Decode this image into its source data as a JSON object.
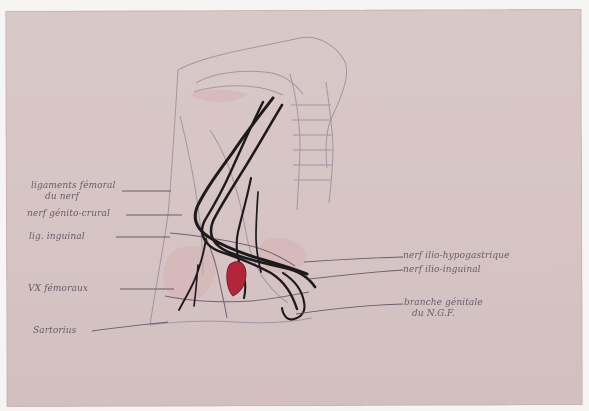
{
  "labels": {
    "left": [
      {
        "line1": "ligaments fémoral",
        "line2": "du nerf"
      },
      {
        "line1": "nerf génito-crural",
        "line2": ""
      },
      {
        "line1": "lig. inguinal",
        "line2": ""
      },
      {
        "line1": "VX fémoraux",
        "line2": ""
      },
      {
        "line1": "Sartorius",
        "line2": ""
      }
    ],
    "right": [
      {
        "line1": "nerf ilio-hypogastrique",
        "line2": ""
      },
      {
        "line1": "nerf ilio-inguinal",
        "line2": ""
      },
      {
        "line1": "branche génitale",
        "line2": "du N.G.F."
      }
    ]
  },
  "colors": {
    "paper": "#d7c5c5",
    "pencil": "#6a5a69",
    "nerve_ink": "#1d1a1d",
    "vessel_red": "#b3263a"
  }
}
